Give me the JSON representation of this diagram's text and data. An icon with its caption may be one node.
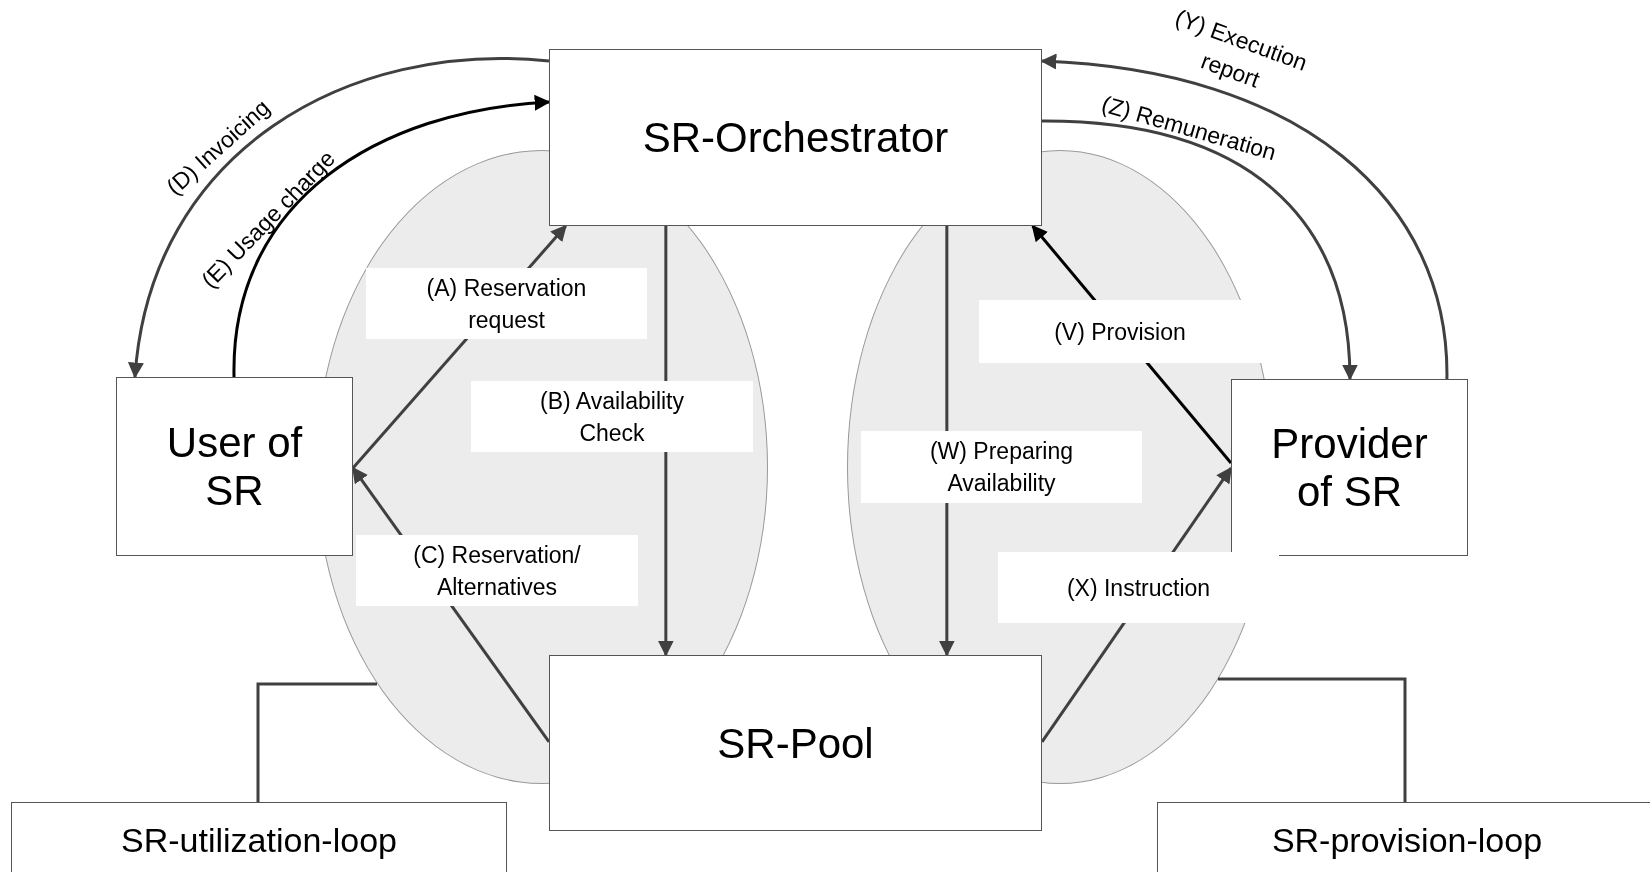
{
  "diagram": {
    "nodes": [
      {
        "text": [
          "SR-Orchestrator"
        ]
      },
      {
        "text": [
          "User of SR"
        ]
      },
      {
        "text": [
          "Provider of SR"
        ]
      },
      {
        "text": [
          "SR-Pool"
        ]
      },
      {
        "text": [
          "SR-utilization-loop"
        ]
      },
      {
        "text": [
          "SR-provision-loop"
        ]
      }
    ],
    "edges": [
      {
        "from": 1,
        "to": 0,
        "arrow": "to",
        "label": "(A) Reservation request"
      },
      {
        "from": 0,
        "to": 3,
        "arrow": "to",
        "label": "(B) Availability Check"
      },
      {
        "from": 3,
        "to": 1,
        "arrow": "to",
        "label": "(C) Reservation/ Alternatives"
      },
      {
        "from": 0,
        "to": 1,
        "arrow": "to",
        "label": "(D) Invoicing"
      },
      {
        "from": 1,
        "to": 0,
        "arrow": "to",
        "label": "(E) Usage charge",
        "color": "#000000"
      },
      {
        "from": 2,
        "to": 0,
        "arrow": "to",
        "label": "(V) Provision",
        "color": "#000000"
      },
      {
        "from": 0,
        "to": 3,
        "arrow": "to",
        "label": "(W) Preparing Availability"
      },
      {
        "from": 3,
        "to": 2,
        "arrow": "to",
        "label": "(X) Instruction"
      },
      {
        "from": 2,
        "to": 0,
        "arrow": "to",
        "label": "(Y) Execution report"
      },
      {
        "from": 0,
        "to": 2,
        "arrow": "to",
        "label": "(Z) Remuneration"
      },
      {
        "from": 4,
        "to": null,
        "arrow": "none"
      },
      {
        "from": 5,
        "to": null,
        "arrow": "none"
      }
    ]
  }
}
